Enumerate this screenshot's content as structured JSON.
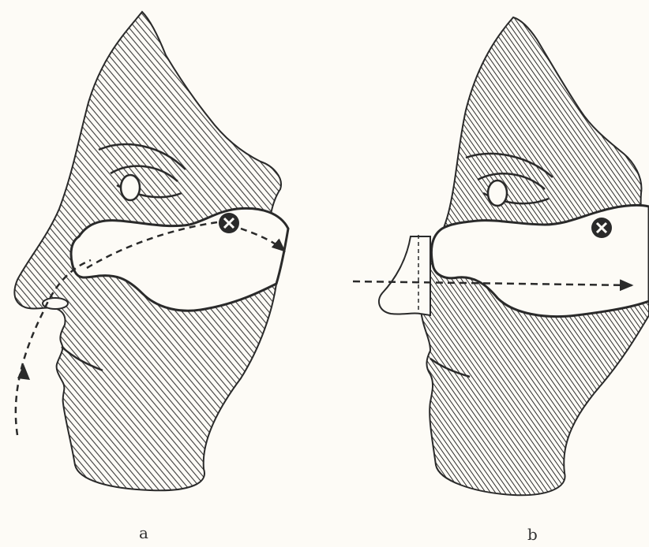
{
  "figure": {
    "panels": [
      {
        "id": "a",
        "label": "a",
        "airflow": "curved",
        "nose_outline_only": false
      },
      {
        "id": "b",
        "label": "b",
        "airflow": "straight",
        "nose_outline_only": true
      }
    ],
    "colors": {
      "ink": "#2a2a2a",
      "paper": "#fdfbf6",
      "hatch": "#3a3a3a"
    },
    "icons": [
      "x-circle-icon",
      "dashed-arrow-icon"
    ]
  }
}
